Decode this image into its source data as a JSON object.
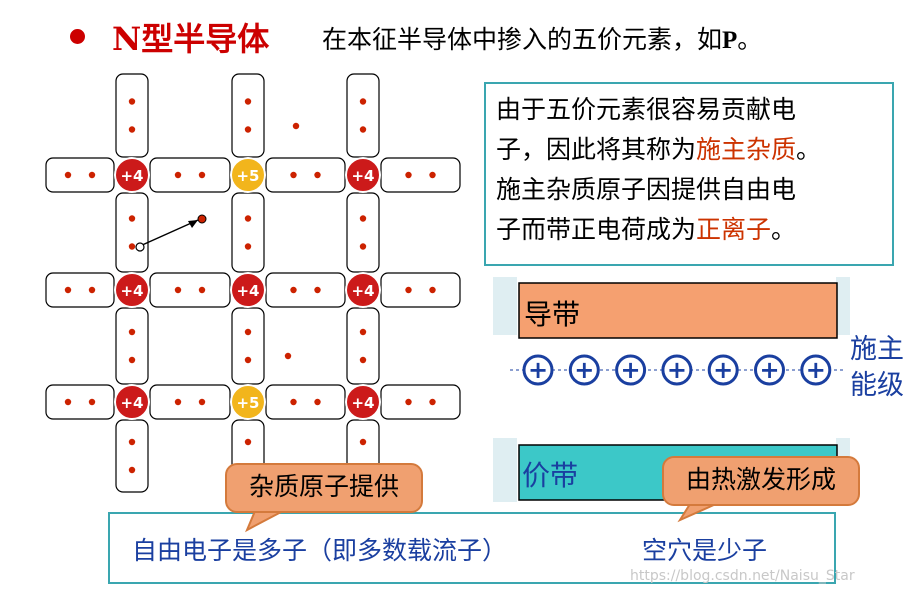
{
  "title": {
    "main": "N型半导体",
    "desc_prefix": "在本征半导体中掺入的五价元素，如",
    "desc_element": "P",
    "desc_suffix": "。"
  },
  "lattice": {
    "host_atom_label": "+4",
    "donor_atom_label": "+5",
    "colors": {
      "host": "#cc1a1a",
      "donor": "#f2b51c",
      "electron": "#cc2200",
      "arrow": "#000000"
    }
  },
  "explanation": {
    "lines": [
      {
        "text": "由于五价元素很容易贡献电",
        "highlight": ""
      },
      {
        "text": "子，因此将其称为",
        "highlight": "施主杂质",
        "tail": "。"
      },
      {
        "text": "施主杂质原子因提供自由电",
        "highlight": ""
      },
      {
        "text": "子而带正电荷成为",
        "highlight": "正离子",
        "tail": "。"
      }
    ]
  },
  "bands": {
    "conduction_label": "导带",
    "valence_label": "价带",
    "donor_level_label_1": "施主",
    "donor_level_label_2": "能级",
    "ion_symbol": "+",
    "ion_count": 7,
    "colors": {
      "conduction": "#f5a070",
      "valence": "#3cc8c8",
      "ion": "#1a3fa0"
    }
  },
  "callouts": {
    "left": "杂质原子提供",
    "right": "由热激发形成"
  },
  "bottom": {
    "majority": "自由电子是多子（即多数载流子）",
    "minority": "空穴是少子"
  },
  "watermark": "https://blog.csdn.net/Naisu_Star"
}
